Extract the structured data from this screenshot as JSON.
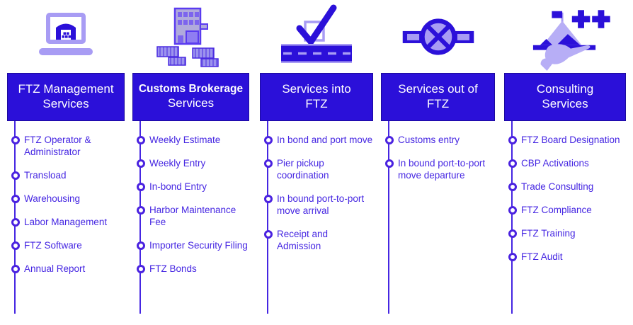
{
  "palette": {
    "header_bg": "#2b10d9",
    "header_text": "#ffffff",
    "item_text": "#4526e2",
    "connector_line": "#4526e2",
    "icon_light_purple": "#a89cf4",
    "icon_dark_blue": "#2b10d9"
  },
  "columns": [
    {
      "icon": "laptop-warehouse-icon",
      "header": {
        "line1": "FTZ Management",
        "line2": "Services"
      },
      "items": [
        "FTZ Operator & Administrator",
        "Transload",
        "Warehousing",
        "Labor Management",
        "FTZ Software",
        "Annual Report"
      ]
    },
    {
      "icon": "building-containers-icon",
      "header": {
        "line1": "Customs Brokerage",
        "line2": "Services"
      },
      "items": [
        "Weekly Estimate",
        "Weekly Entry",
        "In-bond Entry",
        "Harbor Maintenance Fee",
        "Importer Security Filing",
        "FTZ Bonds"
      ]
    },
    {
      "icon": "road-checkmark-icon",
      "header": {
        "line1": "Services into",
        "line2": "FTZ"
      },
      "items": [
        "In bond and port move",
        "Pier pickup coordination",
        "In bound port-to-port move arrival",
        "Receipt and Admission"
      ]
    },
    {
      "icon": "pipeline-valve-icon",
      "header": {
        "line1": "Services out of",
        "line2": "FTZ"
      },
      "items": [
        "Customs entry",
        "In bound port-to-port move departure"
      ]
    },
    {
      "icon": "hand-tray-achievement-icon",
      "header": {
        "line1": "Consulting",
        "line2": "Services"
      },
      "items": [
        "FTZ Board Designation",
        "CBP Activations",
        "Trade Consulting",
        "FTZ Compliance",
        "FTZ Training",
        "FTZ Audit"
      ]
    }
  ]
}
